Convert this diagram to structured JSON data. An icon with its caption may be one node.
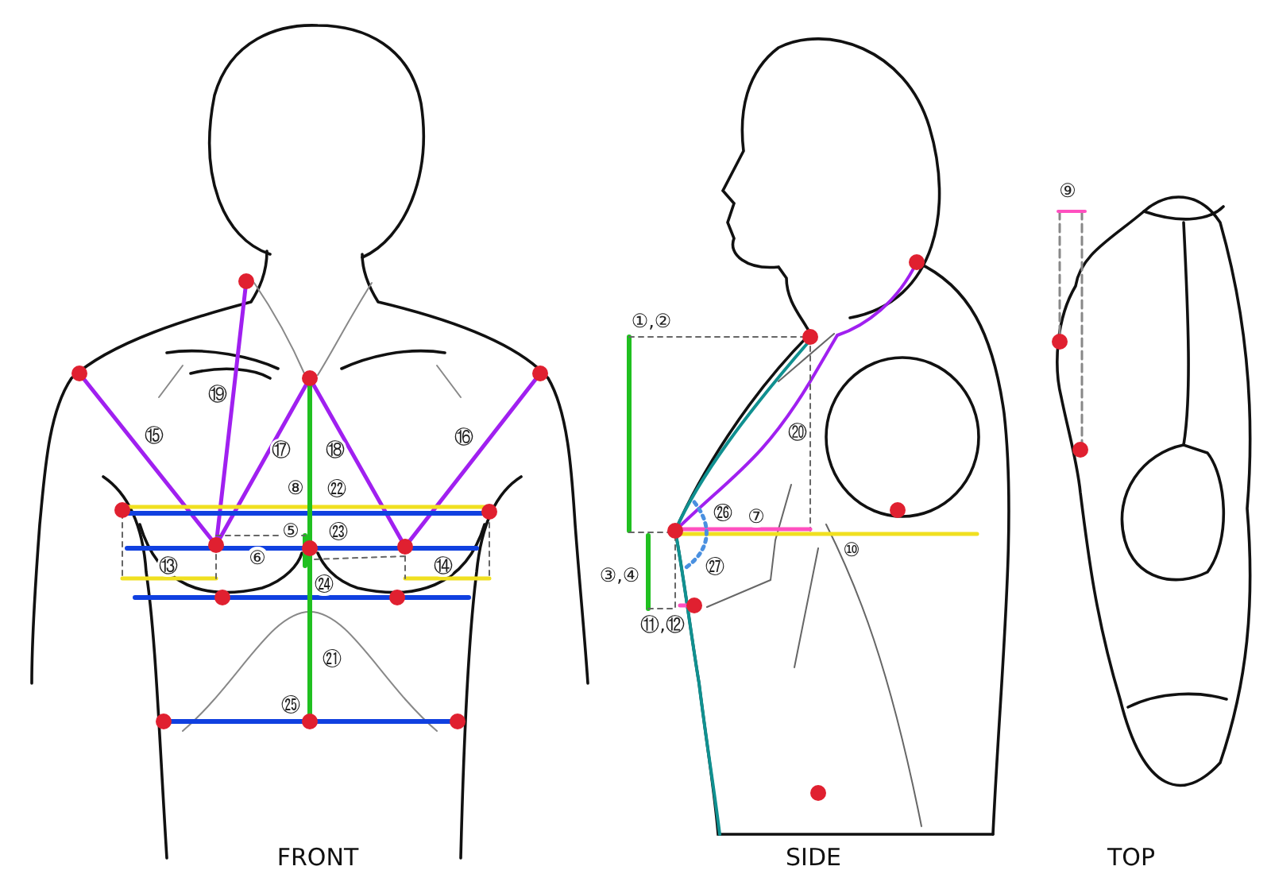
{
  "diagram": {
    "labels": [
      "⑲",
      "⑮",
      "⑯",
      "⑰",
      "⑱",
      "⑧",
      "㉒",
      "⑤",
      "㉓",
      "⑥",
      "⑬",
      "⑭",
      "㉔",
      "㉑",
      "㉕",
      "①,②",
      "⑳",
      "㉖",
      "⑦",
      "⑩",
      "㉗",
      "③,④",
      "⑪,⑫",
      "⑨",
      "FRONT",
      "SIDE",
      "TOP"
    ]
  }
}
